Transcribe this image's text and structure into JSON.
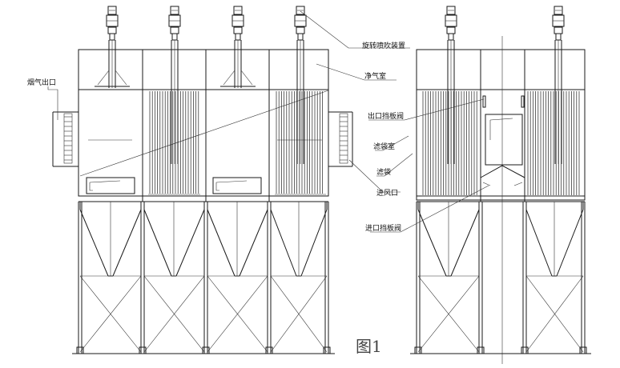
{
  "labels": {
    "pulse_device": "旋转喷吹装置",
    "clean_room": "净气室",
    "gas_outlet": "烟气出口",
    "outlet_valve": "出口挡板阀",
    "filter_room": "滤袋室",
    "filter_bag": "滤袋",
    "air_inlet": "进风口",
    "inlet_valve": "进口挡板阀"
  },
  "figure_label": "图1"
}
